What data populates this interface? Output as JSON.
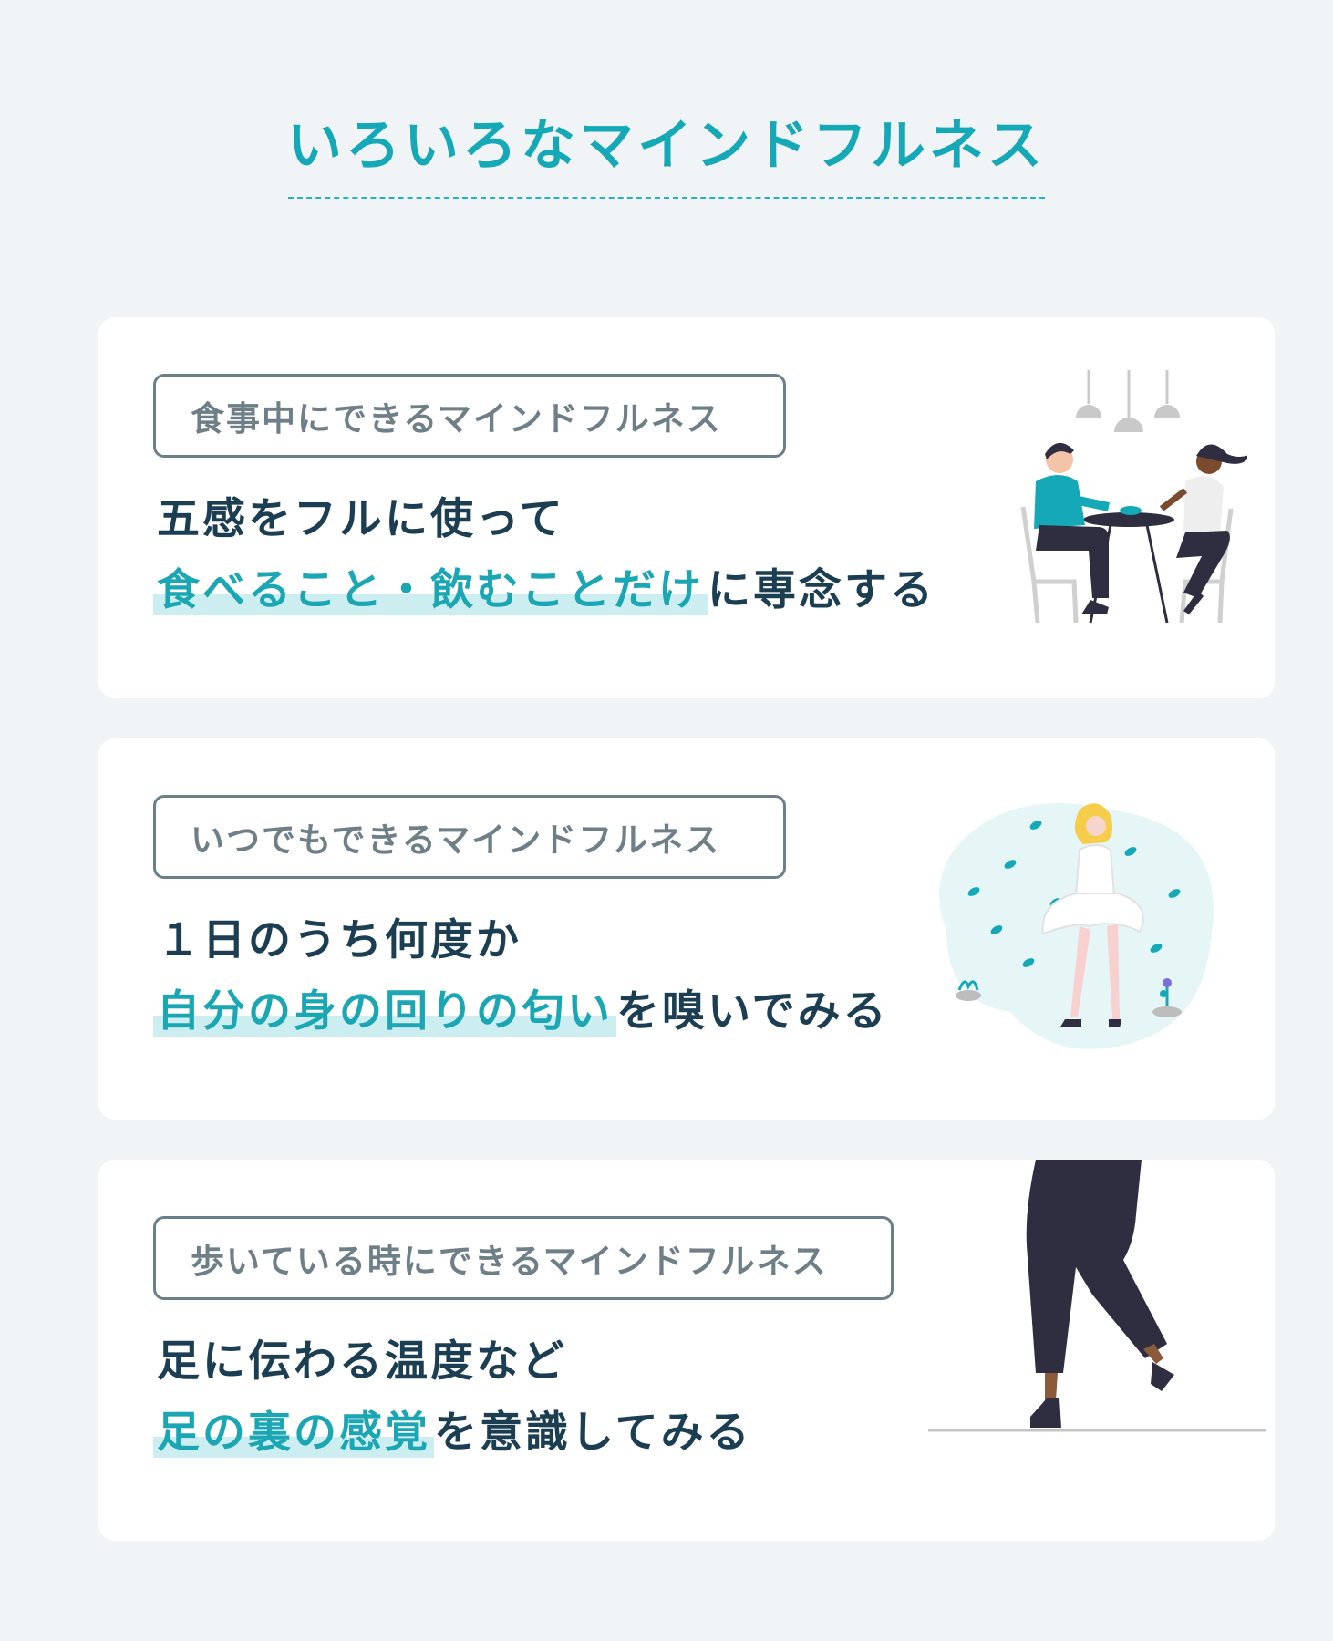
{
  "title": "いろいろなマインドフルネス",
  "cards": [
    {
      "tag": "食事中にできるマインドフルネス",
      "line1": "五感をフルに使って",
      "highlight": "食べること・飲むことだけ",
      "rest": "に専念する"
    },
    {
      "tag": "いつでもできるマインドフルネス",
      "line1": "１日のうち何度か",
      "highlight": "自分の身の回りの匂い",
      "rest": "を嗅いでみる"
    },
    {
      "tag": "歩いている時にできるマインドフルネス",
      "line1": "足に伝わる温度など",
      "highlight": "足の裏の感覚",
      "rest": "を意識してみる"
    }
  ],
  "colors": {
    "accent": "#15a9b7",
    "text_dark": "#1c3e52",
    "tag_gray": "#6e7f88",
    "highlight_bg": "#cdeef1",
    "background": "#f1f4f6"
  }
}
